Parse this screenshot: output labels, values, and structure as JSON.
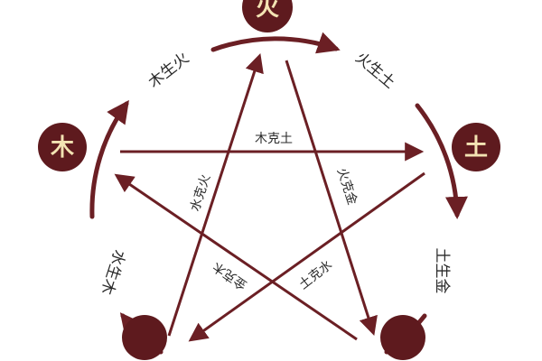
{
  "colors": {
    "accent": "#6b1f24",
    "node_fill": "#5e1a1e",
    "node_text": "#f3e3b3",
    "label": "#2a2a2a"
  },
  "elements": {
    "fire": "火",
    "wood": "木",
    "earth": "土"
  },
  "generating": {
    "wood_fire": "木生火",
    "fire_earth": "火生土",
    "earth_metal": "土生金",
    "water_wood": "水生木"
  },
  "overcoming": {
    "wood_earth": "木克土",
    "water_fire": "水克火",
    "fire_metal": "火克金",
    "metal_wood": "金克木",
    "earth_water": "土克水"
  }
}
